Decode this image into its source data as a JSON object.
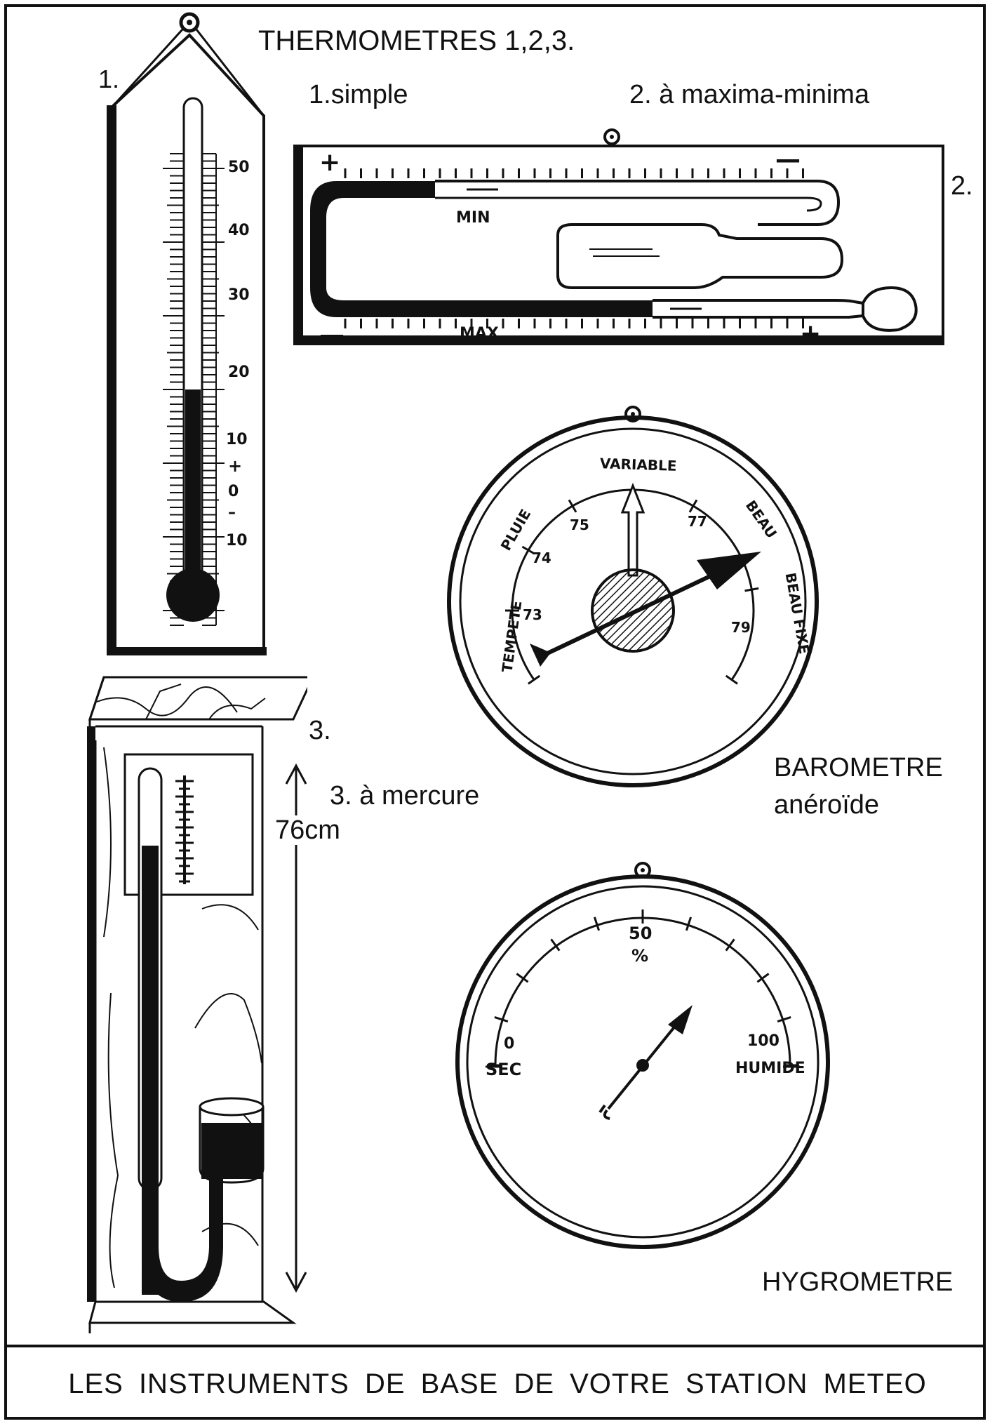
{
  "labels": {
    "main_title": "THERMOMETRES 1,2,3.",
    "num1": "1.",
    "num2": "2.",
    "num3": "3.",
    "simple": "1.simple",
    "maxmin": "2. à maxima-minima",
    "mercure": "3. à mercure",
    "height": "76cm",
    "barometre": "BAROMETRE",
    "aneroide": "anéroïde",
    "hygrometre": "HYGROMETRE",
    "footer": "LES INSTRUMENTS DE BASE DE VOTRE STATION METEO"
  },
  "thermo_simple": {
    "scale": [
      "50",
      "40",
      "30",
      "20",
      "10",
      "+",
      "0",
      "–",
      "10"
    ],
    "reading": 20
  },
  "thermo_maxmin": {
    "min_label": "MIN",
    "max_label": "MAX",
    "plus": "+",
    "minus": "—"
  },
  "barometer": {
    "words": [
      "VARIABLE",
      "PLUIE",
      "BEAU",
      "TEMPETE",
      "BEAU FIXE"
    ],
    "numbers": [
      "73",
      "74",
      "75",
      "77",
      "79"
    ]
  },
  "hygrometer": {
    "center_value": "50",
    "unit": "%",
    "min_value": "0",
    "max_value": "100",
    "dry_label": "SEC",
    "wet_label": "HUMIDE"
  }
}
